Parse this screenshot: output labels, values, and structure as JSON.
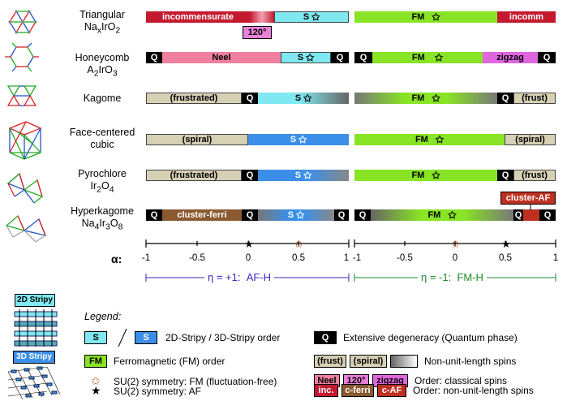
{
  "lattices": [
    {
      "name": "Triangular",
      "formula_html": "Na<sub>x</sub>IrO<sub>2</sub>"
    },
    {
      "name": "Honeycomb",
      "formula_html": "A<sub>2</sub>IrO<sub>3</sub>"
    },
    {
      "name": "Kagome",
      "formula_html": ""
    },
    {
      "name": "Face-centered",
      "formula_html": "cubic"
    },
    {
      "name": "Pyrochlore",
      "formula_html": "Ir<sub>2</sub>O<sub>4</sub>"
    },
    {
      "name": "Hyperkagome",
      "formula_html": "Na<sub>4</sub>Ir<sub>3</sub>O<sub>8</sub>"
    }
  ],
  "labels": {
    "incommensurate": "incommensurate",
    "incomm": "incomm",
    "deg120": "120°",
    "S": "S",
    "FM": "FM",
    "Q": "Q",
    "neel": "Neel",
    "zigzag": "zigzag",
    "frustrated": "(frustrated)",
    "frust": "(frust)",
    "spiral": "(spiral)",
    "cluster_ferri": "cluster-ferri",
    "cluster_af": "cluster-AF",
    "star": "✩",
    "star_af": "★"
  },
  "axis": {
    "alpha_label": "α:",
    "left_ticks": [
      "-1",
      "-0.5",
      "0",
      "0.5",
      "1"
    ],
    "right_ticks": [
      "-1",
      "-0.5",
      "0",
      "0.5",
      "1"
    ],
    "left_eta": "η = +1:  AF-H",
    "right_eta": "η = -1:  FM-H"
  },
  "stripy": {
    "two_d": "2D Stripy",
    "three_d": "3D Stripy"
  },
  "legend": {
    "title": "Legend:",
    "stripy_text": "2D-Stripy / 3D-Stripy order",
    "q_text": "Extensive degeneracy (Quantum phase)",
    "fm_text": "Ferromagnetic (FM) order",
    "nonunit_text": "Non-unit-length spins",
    "su2fm_text": "SU(2) symmetry: FM (fluctuation-free)",
    "classical_text": "Order: classical spins",
    "su2af_text": "SU(2) symmetry: AF",
    "nonunit_order_text": "Order: non-unit-length spins",
    "box_frust": "(frust)",
    "box_spiral": "(spiral)",
    "box_neel": "Neel",
    "box_120": "120°",
    "box_zigzag": "zigzag",
    "box_inc": "inc.",
    "box_cferri": "c-ferri",
    "box_caf": "c-AF",
    "slash": "/"
  },
  "colors": {
    "stripy2d": "#7fe8f0",
    "stripy3d": "#3b8fe8",
    "fm": "#88e424",
    "q": "#000000",
    "frust": "#d6d0b4",
    "neel": "#f07fa0",
    "deg120": "#e880d8",
    "zigzag": "#e066e0",
    "inc": "#c41a30",
    "cferri": "#8a5a30",
    "caf": "#c03020"
  }
}
